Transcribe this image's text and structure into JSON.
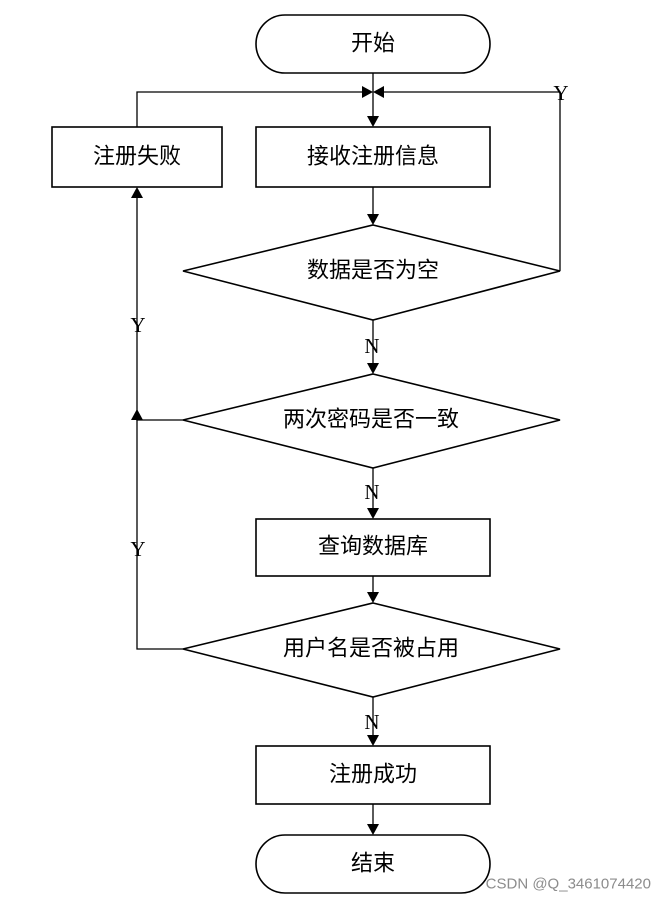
{
  "nodes": {
    "start": "开始",
    "receive": "接收注册信息",
    "fail": "注册失败",
    "check_empty": "数据是否为空",
    "check_password": "两次密码是否一致",
    "query_db": "查询数据库",
    "check_username": "用户名是否被占用",
    "success": "注册成功",
    "end": "结束"
  },
  "edge_labels": {
    "empty_yes": "Y",
    "empty_no": "N",
    "password_yes": "Y",
    "password_no": "N",
    "username_yes": "Y",
    "username_no": "N"
  },
  "watermark": "CSDN @Q_3461074420"
}
